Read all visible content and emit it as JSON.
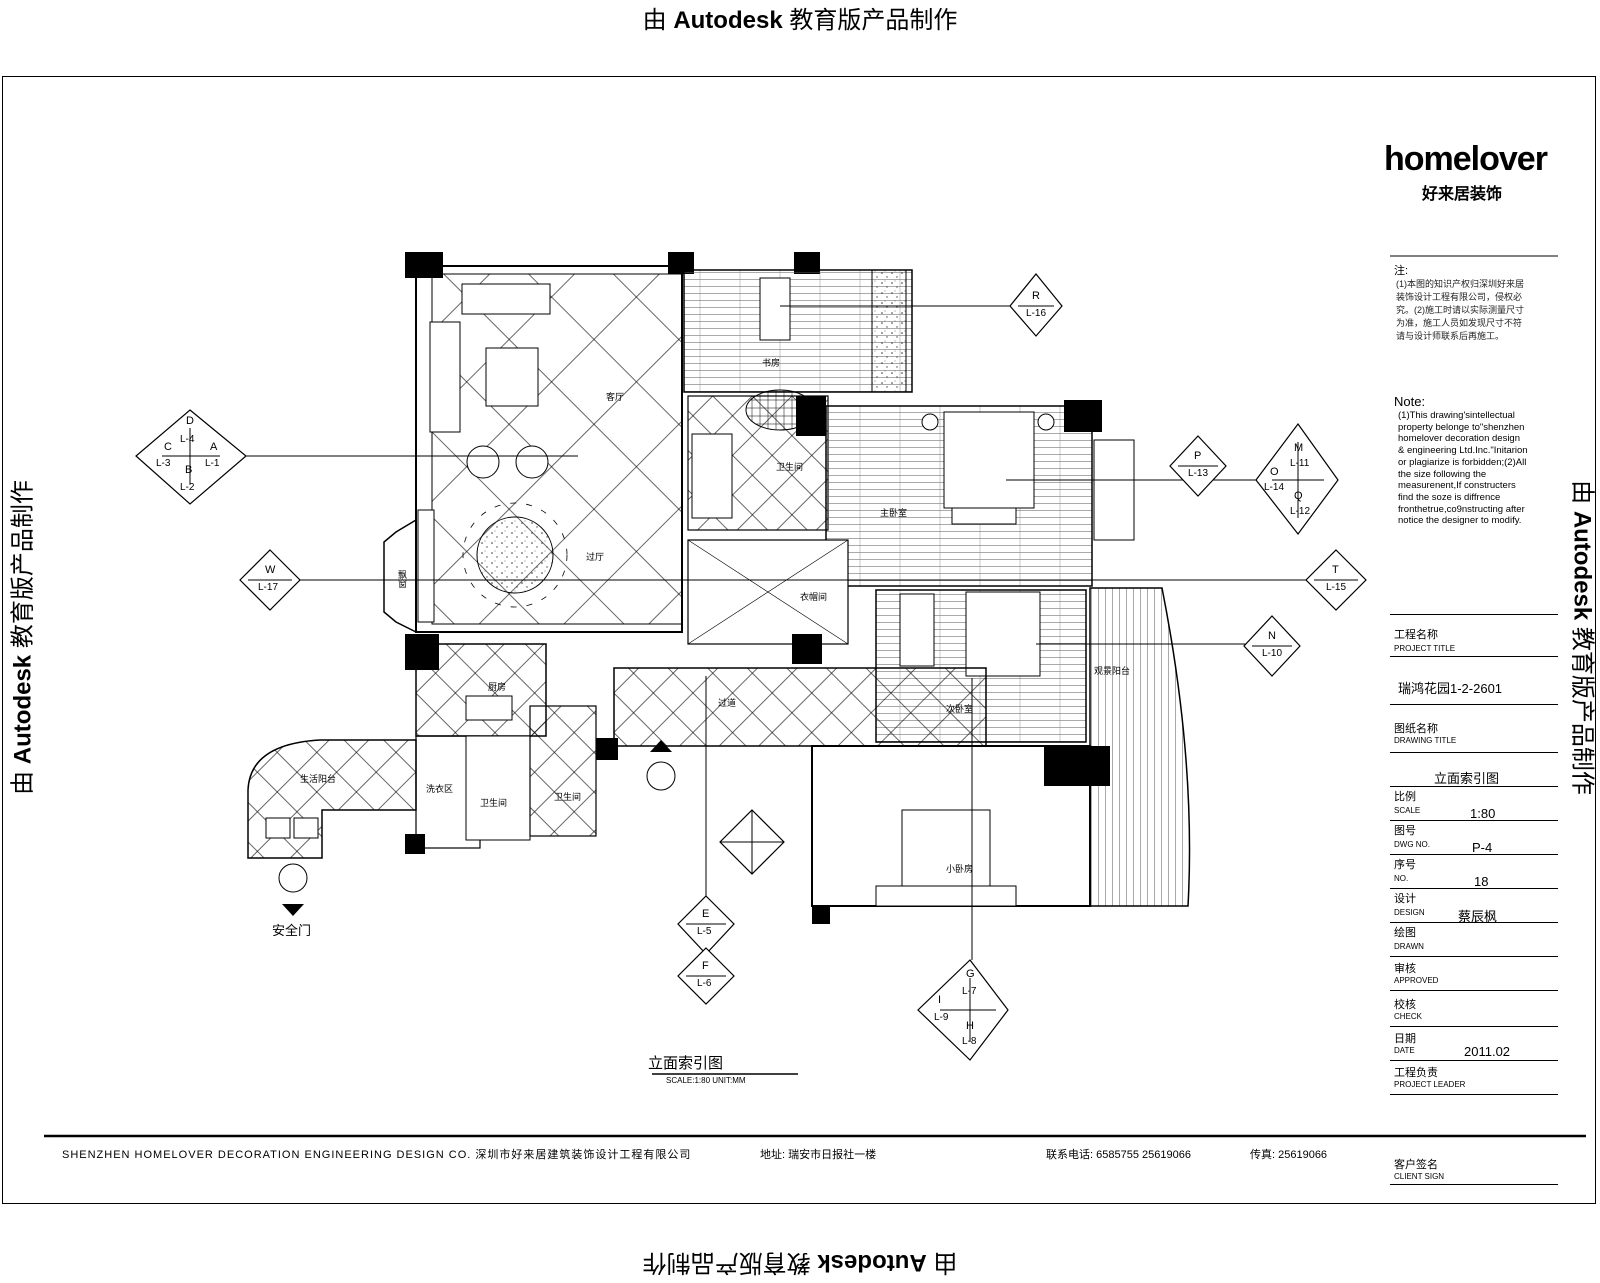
{
  "watermark": {
    "prefix": "由",
    "brand": "Autodesk",
    "suffix": "教育版产品制作"
  },
  "brand": {
    "logo": "homelover",
    "sub": "好来居装饰"
  },
  "notes": {
    "cn_title": "注:",
    "cn_body": "(1)本图的知识产权归深圳好来居装饰设计工程有限公司，侵权必究。(2)施工时请以实际测量尺寸为准，施工人员如发现尺寸不符请与设计师联系后再施工。",
    "en_title": "Note:",
    "en_body": "(1)This drawing'sintellectual property belonge to\"shenzhen homelover decoration design & engineering Ltd.Inc.\"Initarion or plagiarize is forbidden;(2)All the size following the measurenent,If constructers find the soze is diffrence fronthetrue,co9nstructing after notice the designer to modify."
  },
  "title_block": {
    "project_title": {
      "cn": "工程名称",
      "en": "PROJECT TITLE",
      "value": "瑞鸿花园1-2-2601"
    },
    "drawing_title": {
      "cn": "图纸名称",
      "en": "DRAWING TITLE",
      "value": "立面索引图"
    },
    "scale": {
      "cn": "比例",
      "en": "SCALE",
      "value": "1:80"
    },
    "dwg_no": {
      "cn": "图号",
      "en": "DWG NO.",
      "value": "P-4"
    },
    "no": {
      "cn": "序号",
      "en": "NO.",
      "value": "18"
    },
    "design": {
      "cn": "设计",
      "en": "DESIGN",
      "value": "蔡辰枫"
    },
    "drawn": {
      "cn": "绘图",
      "en": "DRAWN",
      "value": ""
    },
    "approved": {
      "cn": "审核",
      "en": "APPROVED",
      "value": ""
    },
    "check": {
      "cn": "校核",
      "en": "CHECK",
      "value": ""
    },
    "date": {
      "cn": "日期",
      "en": "DATE",
      "value": "2011.02"
    },
    "leader": {
      "cn": "工程负责",
      "en": "PROJECT LEADER",
      "value": ""
    },
    "client": {
      "cn": "客户签名",
      "en": "CLIENT SIGN",
      "value": ""
    }
  },
  "footer": {
    "company": "SHENZHEN HOMELOVER   DECORATION ENGINEERING DESIGN CO.  深圳市好来居建筑装饰设计工程有限公司",
    "address": "地址: 瑞安市日报社一楼",
    "tel": "联系电话: 6585755   25619066",
    "fax": "传真: 25619066"
  },
  "plan": {
    "title": "立面索引图",
    "scale_note": "SCALE:1:80 UNIT:MM",
    "entry_label": "安全门",
    "rooms": {
      "living": "客厅",
      "dining": "过厅",
      "study": "书房",
      "master_bed": "主卧室",
      "master_bath": "卫生间",
      "second_bed": "次卧室",
      "small_bed": "小卧房",
      "kitchen": "厨房",
      "laundry": "洗衣区",
      "bath2": "卫生间",
      "balcony_service": "生活阳台",
      "balcony_living": "观景阳台",
      "bay": "飘窗",
      "closet": "衣帽间",
      "corridor": "过道",
      "bath3": "卫生间"
    },
    "markers": [
      {
        "id": "marker-ad",
        "letters": [
          "D",
          "C",
          "A",
          "B"
        ],
        "refs": [
          "L-4",
          "L-3",
          "L-1",
          "L-2"
        ]
      },
      {
        "id": "marker-r",
        "letters": [
          "R"
        ],
        "refs": [
          "L-16"
        ]
      },
      {
        "id": "marker-p",
        "letters": [
          "P"
        ],
        "refs": [
          "L-13"
        ]
      },
      {
        "id": "marker-mq",
        "letters": [
          "M",
          "O",
          "Q"
        ],
        "refs": [
          "L-11",
          "L-14",
          "L-12"
        ]
      },
      {
        "id": "marker-w",
        "letters": [
          "W"
        ],
        "refs": [
          "L-17"
        ]
      },
      {
        "id": "marker-t",
        "letters": [
          "T"
        ],
        "refs": [
          "L-15"
        ]
      },
      {
        "id": "marker-n",
        "letters": [
          "N"
        ],
        "refs": [
          "L-10"
        ]
      },
      {
        "id": "marker-e",
        "letters": [
          "E"
        ],
        "refs": [
          "L-5"
        ]
      },
      {
        "id": "marker-f",
        "letters": [
          "F"
        ],
        "refs": [
          "L-6"
        ]
      },
      {
        "id": "marker-gi",
        "letters": [
          "G",
          "I",
          "H"
        ],
        "refs": [
          "L-7",
          "L-9",
          "L-8"
        ]
      }
    ]
  }
}
